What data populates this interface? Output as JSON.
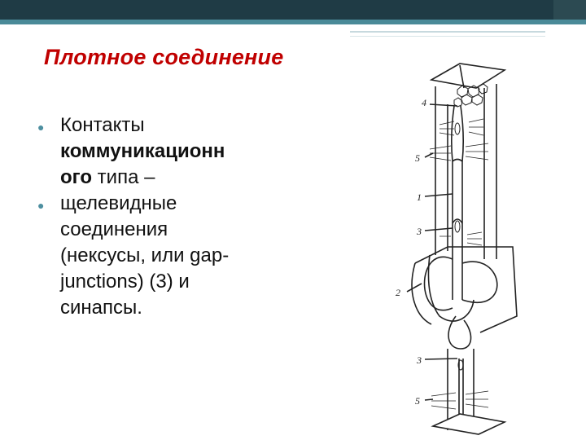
{
  "slide": {
    "title": "Плотное соединение",
    "bullets": [
      {
        "lines": [
          {
            "text": "Контакты"
          },
          {
            "bold": "коммуникационн"
          },
          {
            "bold": "ого",
            "text": " типа –"
          }
        ]
      },
      {
        "lines": [
          {
            "text": "щелевидные"
          },
          {
            "text": "соединения"
          },
          {
            "text": "(нексусы, или gap-"
          },
          {
            "text": "junctions) (3) и"
          },
          {
            "text": "синапсы."
          }
        ]
      }
    ]
  },
  "diagram": {
    "labels": [
      "4",
      "5",
      "1",
      "3",
      "2",
      "3",
      "5"
    ]
  },
  "colors": {
    "title": "#c00000",
    "bullet": "#4d8fa0",
    "header_bar": "#1f3b45",
    "header_accent": "#4a8a98"
  }
}
